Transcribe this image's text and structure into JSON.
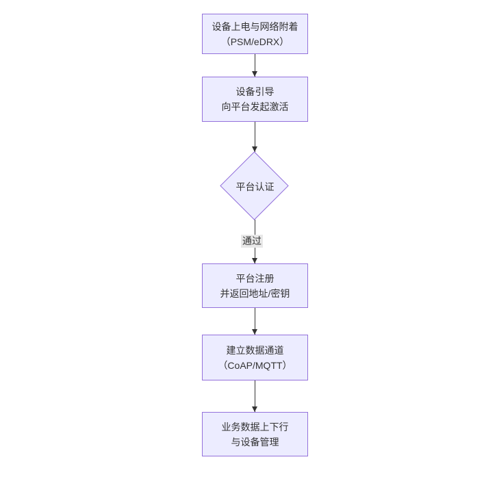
{
  "flowchart": {
    "nodes": {
      "power_on": {
        "line1": "设备上电与网络附着",
        "line2": "（PSM/eDRX）"
      },
      "bootstrap": {
        "line1": "设备引导",
        "line2": "向平台发起激活"
      },
      "auth_decision": {
        "label": "平台认证"
      },
      "register": {
        "line1": "平台注册",
        "line2": "并返回地址/密钥"
      },
      "data_channel": {
        "line1": "建立数据通道",
        "line2": "（CoAP/MQTT）"
      },
      "business": {
        "line1": "业务数据上下行",
        "line2": "与设备管理"
      }
    },
    "edges": {
      "auth_pass_label": "通过"
    },
    "colors": {
      "node_fill": "#ECECFF",
      "node_border": "#9370DB",
      "text": "#333333",
      "arrow": "#333333",
      "edge_label_bg": "#e8e8e8",
      "background": "#ffffff"
    }
  }
}
